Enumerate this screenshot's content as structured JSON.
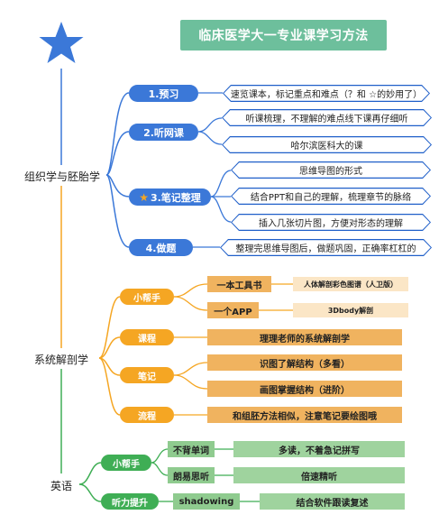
{
  "title": "临床医学大一专业课学习方法",
  "colors": {
    "blue": "#3b78d8",
    "orange": "#f5a623",
    "green": "#3fae55",
    "title_bg": "#6dbf9c",
    "star": "#3b78d8"
  },
  "sections": {
    "histology": {
      "label": "组织学与胚胎学",
      "items": {
        "preview": {
          "label": "1.预习",
          "notes": [
            "速览课本，标记重点和难点（？和 ☆的妙用了）"
          ]
        },
        "listen": {
          "label": "2.听网课",
          "notes": [
            "听课梳理，不理解的难点线下课再仔细听",
            "哈尔滨医科大的课"
          ]
        },
        "notes": {
          "label": "3.笔记整理",
          "icon": "star-icon",
          "notes": [
            "思维导图的形式",
            "结合PPT和自己的理解，梳理章节的脉络",
            "插入几张切片图，方便对形态的理解"
          ]
        },
        "exercise": {
          "label": "4.做题",
          "notes": [
            "整理完思维导图后，做题巩固，正确率杠杠的"
          ]
        }
      }
    },
    "anatomy": {
      "label": "系统解剖学",
      "helper": {
        "label": "小帮手",
        "tools": [
          {
            "name": "一本工具书",
            "detail": "人体解剖彩色图谱（人卫版）"
          },
          {
            "name": "一个APP",
            "detail": "3Dbody解剖"
          }
        ]
      },
      "class": {
        "label": "课程",
        "note": "理理老师的系统解剖学"
      },
      "notes": {
        "label": "笔记",
        "notes": [
          "识图了解结构（多看）",
          "画图掌握结构（进阶）"
        ]
      },
      "process": {
        "label": "流程",
        "note": "和组胚方法相似，注意笔记要绘图哦"
      }
    },
    "english": {
      "label": "英语",
      "helper": {
        "label": "小帮手",
        "items": [
          {
            "name": "不背单词",
            "note": "多读，不着急记拼写"
          },
          {
            "name": "朗易思听",
            "note": "倍速精听"
          }
        ]
      },
      "listening": {
        "label": "听力提升",
        "items": [
          {
            "name": "shadowing",
            "note": "结合软件跟读复述"
          }
        ]
      }
    }
  }
}
